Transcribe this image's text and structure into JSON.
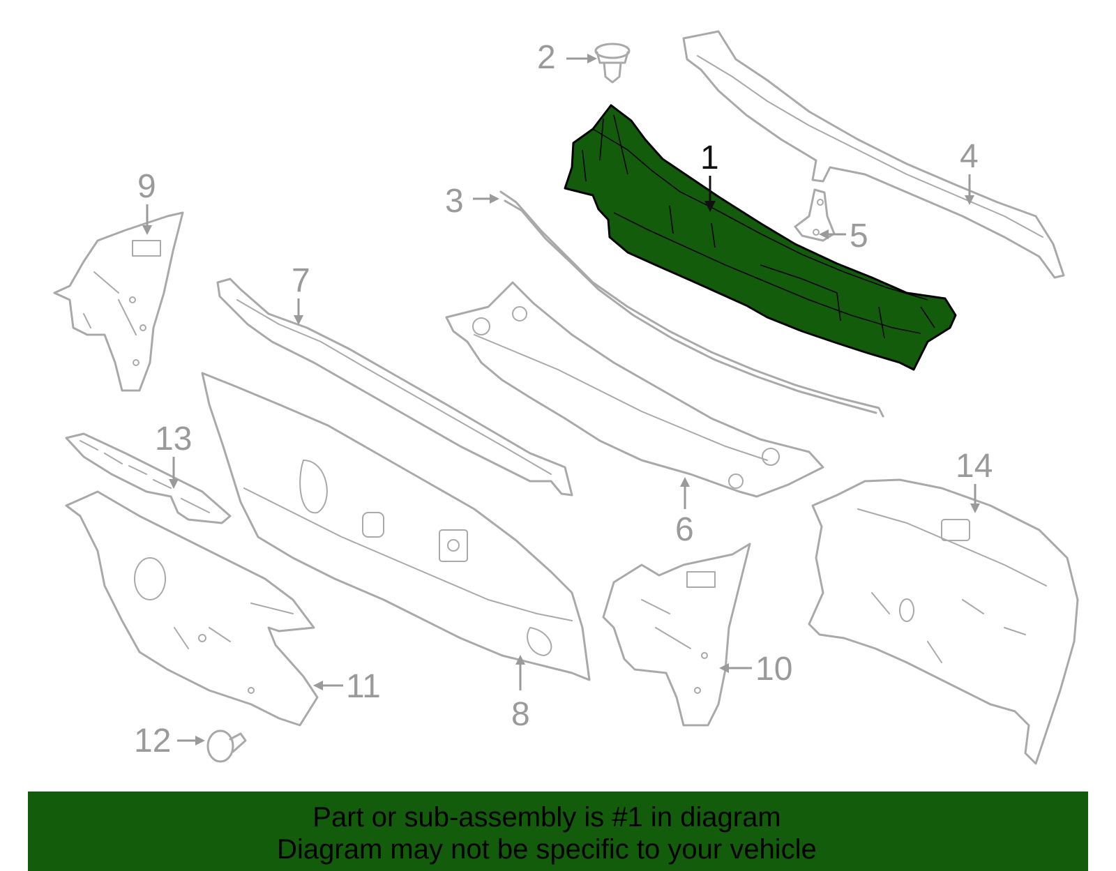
{
  "diagram": {
    "highlight_color": "#125c0c",
    "part_color": "#a9a9a9",
    "callouts": [
      {
        "id": "1",
        "label": "1",
        "icon": "cowl-panel-highlighted"
      },
      {
        "id": "2",
        "label": "2",
        "icon": "push-pin-clip"
      },
      {
        "id": "3",
        "label": "3",
        "icon": "weatherstrip-seal"
      },
      {
        "id": "4",
        "label": "4",
        "icon": "upper-cowl-reinforcement"
      },
      {
        "id": "5",
        "label": "5",
        "icon": "mounting-bracket"
      },
      {
        "id": "6",
        "label": "6",
        "icon": "lower-cowl-panel"
      },
      {
        "id": "7",
        "label": "7",
        "icon": "dash-crossmember"
      },
      {
        "id": "8",
        "label": "8",
        "icon": "dash-panel"
      },
      {
        "id": "9",
        "label": "9",
        "icon": "side-panel-left"
      },
      {
        "id": "10",
        "label": "10",
        "icon": "side-panel-right"
      },
      {
        "id": "11",
        "label": "11",
        "icon": "dash-insulator"
      },
      {
        "id": "12",
        "label": "12",
        "icon": "retainer-clip"
      },
      {
        "id": "13",
        "label": "13",
        "icon": "silencer-pad"
      },
      {
        "id": "14",
        "label": "14",
        "icon": "dash-silencer"
      }
    ]
  },
  "banner": {
    "background": "#125c0c",
    "line1": "Part or sub-assembly is #1 in diagram",
    "line2": "Diagram may not be specific to your vehicle"
  }
}
